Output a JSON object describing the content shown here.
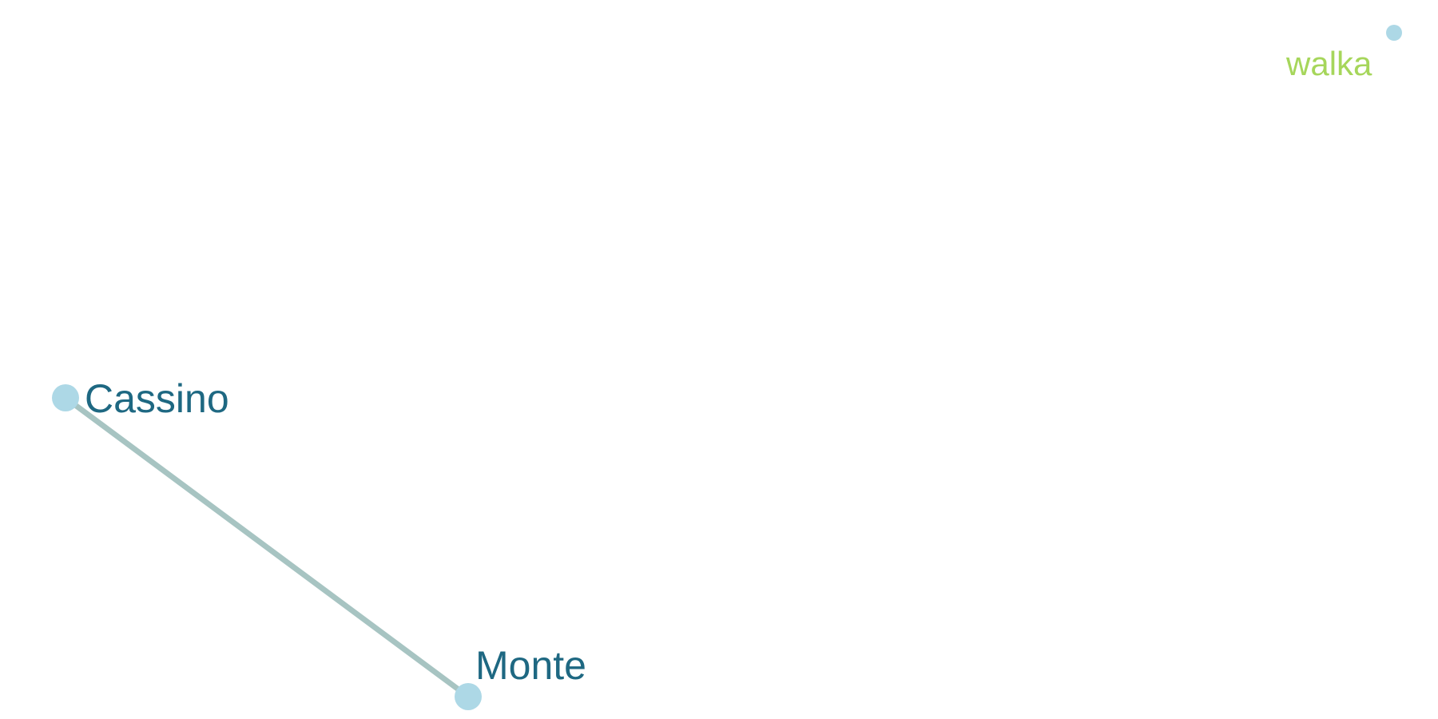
{
  "graph": {
    "colors": {
      "background": "#ffffff",
      "node_fill": "#add8e6",
      "edge_stroke": "#a7c4c2",
      "label_primary": "#1e6882",
      "label_isolated": "#a6d65b"
    },
    "nodes": [
      {
        "id": "cassino",
        "label": "Cassino",
        "group": "connected"
      },
      {
        "id": "monte",
        "label": "Monte",
        "group": "connected"
      },
      {
        "id": "walka",
        "label": "walka",
        "group": "isolated"
      }
    ],
    "edges": [
      {
        "source": "cassino",
        "target": "monte"
      }
    ]
  }
}
